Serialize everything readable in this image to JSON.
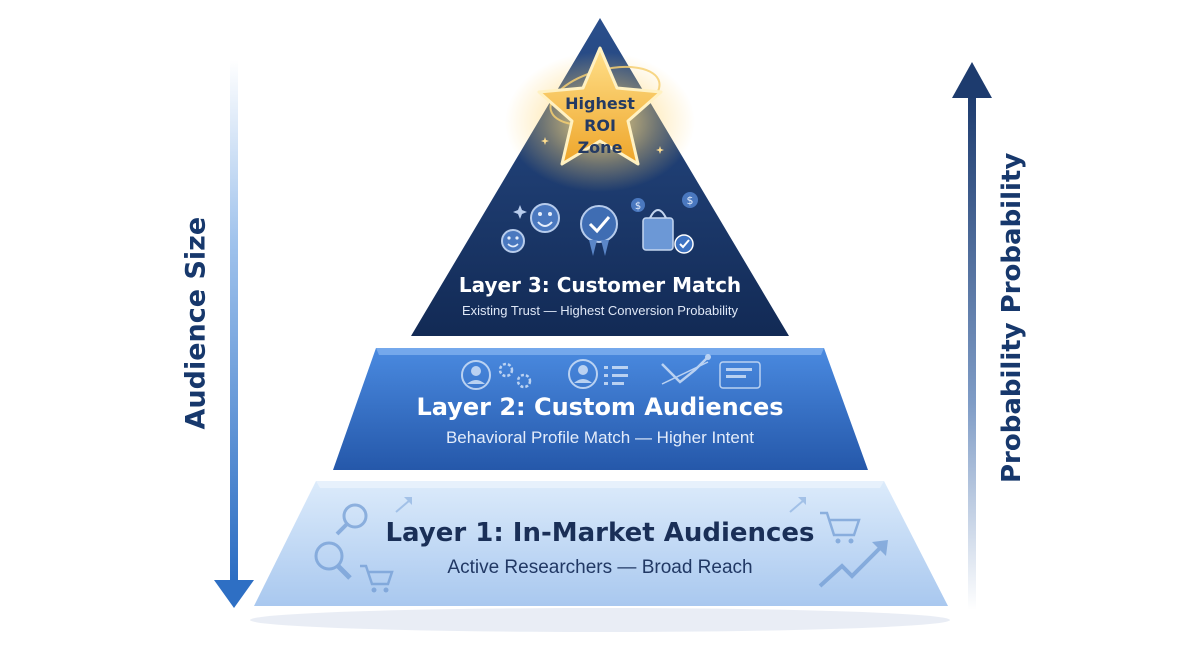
{
  "axes": {
    "left_label": "Audience Size",
    "right_label": "Probability Probability"
  },
  "star": {
    "lines": [
      "Highest",
      "ROI",
      "Zone"
    ]
  },
  "layers": [
    {
      "title": "Layer 3: Customer Match",
      "subtitle": "Existing Trust — Highest Conversion Probability"
    },
    {
      "title": "Layer 2: Custom Audiences",
      "subtitle": "Behavioral Profile Match — Higher Intent"
    },
    {
      "title": "Layer 1: In-Market Audiences",
      "subtitle": "Active Researchers — Broad Reach"
    }
  ],
  "colors": {
    "layer3": "#152f5c",
    "layer2": "#2f6fca",
    "layer1": "#b8d2f2",
    "arrow_left": "#2e6fc4",
    "arrow_right": "#1d3b6e",
    "star": "#f4b73a"
  }
}
